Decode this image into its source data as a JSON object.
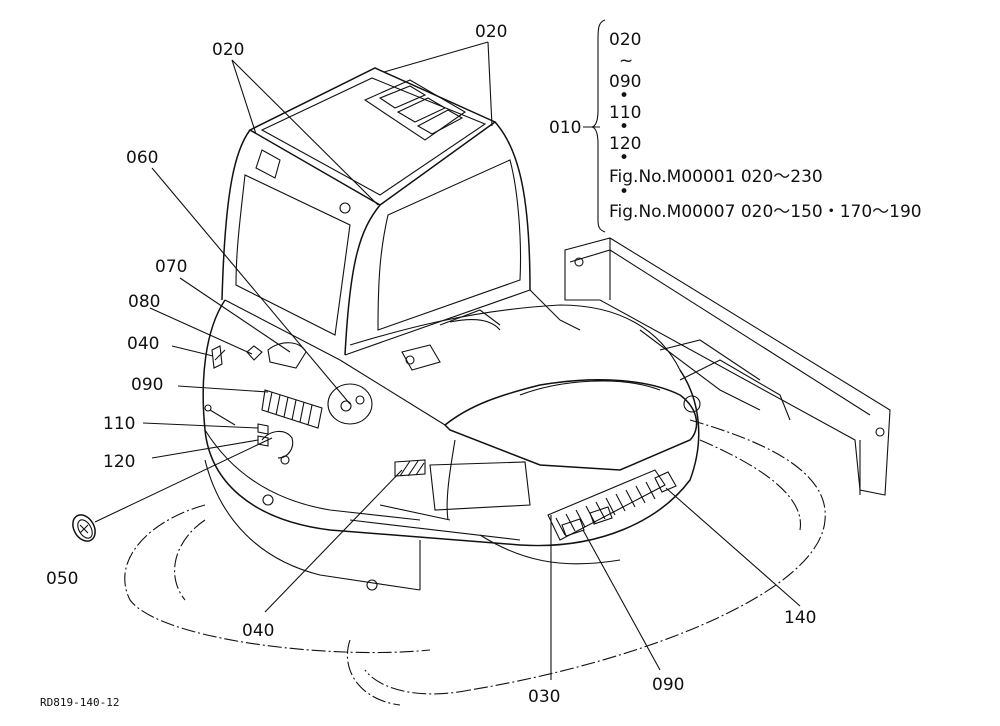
{
  "callouts": {
    "c020_left": "020",
    "c020_top": "020",
    "c060": "060",
    "c070": "070",
    "c080": "080",
    "c040_left": "040",
    "c090_left": "090",
    "c110": "110",
    "c120": "120",
    "c050": "050",
    "c040_bottom": "040",
    "c030": "030",
    "c090_bottom": "090",
    "c140": "140",
    "c010": "010"
  },
  "set_note": {
    "line1": "020",
    "tilde": "~",
    "line2": "090",
    "dot1": "•",
    "line3": "110",
    "dot2": "•",
    "line4": "120",
    "dot3": "•",
    "line5": "Fig.No.M00001  020～230",
    "dot4": "•",
    "line6": "Fig.No.M00007  020～150・170～190"
  },
  "drawing_code": "RD819-140-12"
}
